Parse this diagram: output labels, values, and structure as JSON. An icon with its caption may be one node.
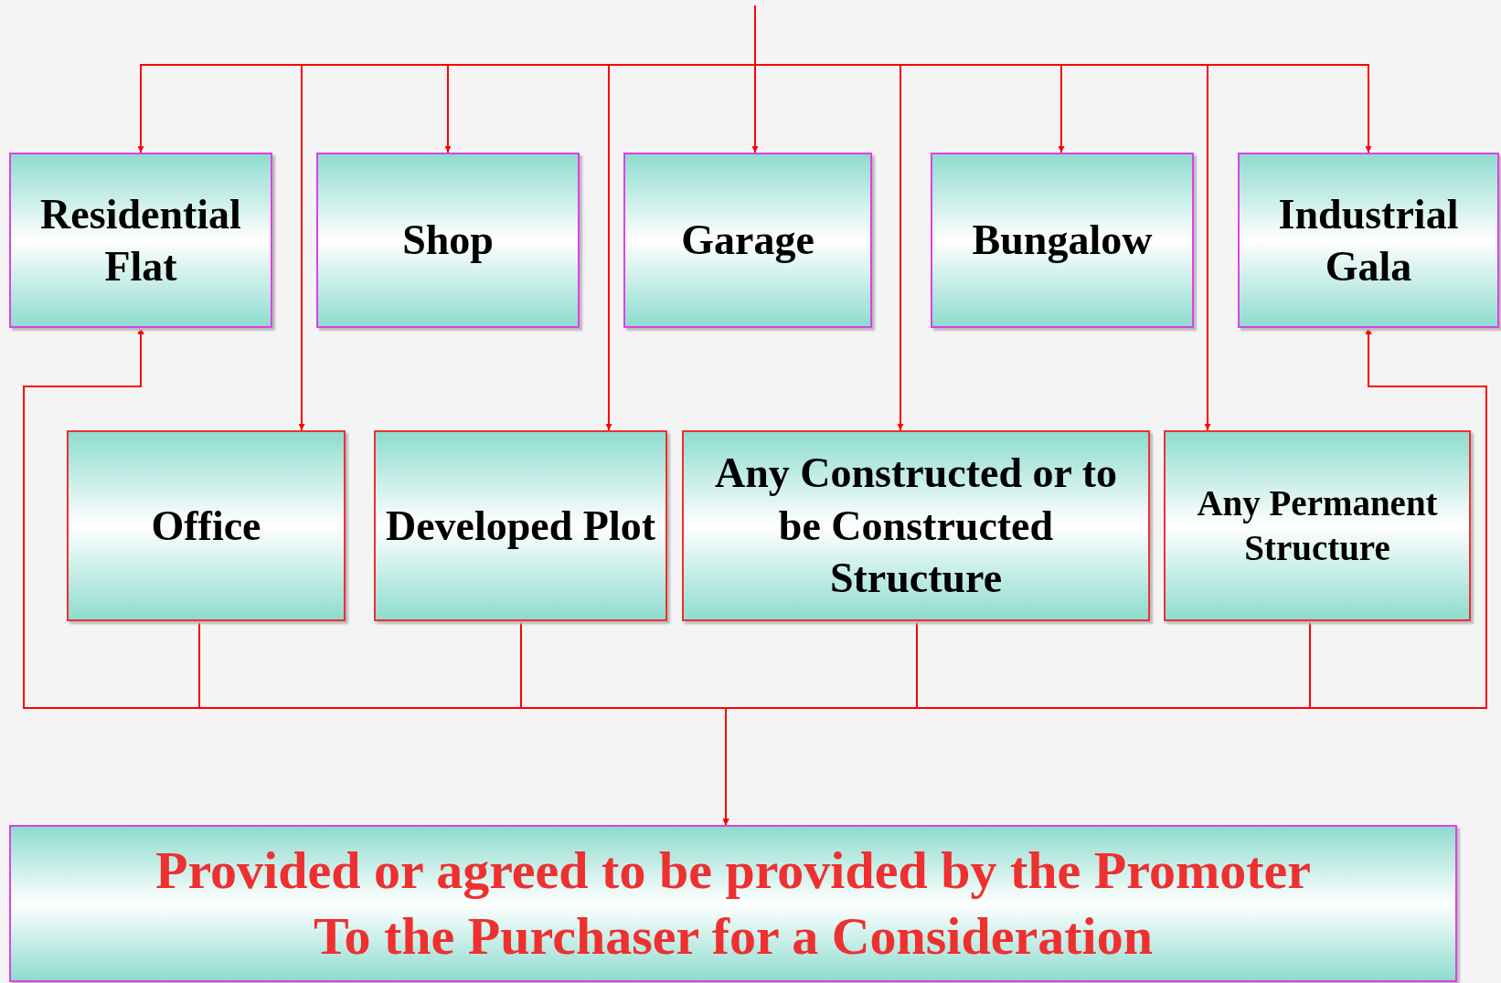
{
  "diagram": {
    "nodes": [
      {
        "text": [
          "Residential Flat"
        ]
      },
      {
        "text": [
          "Shop"
        ]
      },
      {
        "text": [
          "Garage"
        ]
      },
      {
        "text": [
          "Bungalow"
        ]
      },
      {
        "text": [
          "Industrial Gala"
        ]
      },
      {
        "text": [
          "Office"
        ]
      },
      {
        "text": [
          "Developed Plot"
        ]
      },
      {
        "text": [
          "Any Constructed or to be Constructed Structure"
        ]
      },
      {
        "text": [
          "Any Permanent Structure"
        ]
      },
      {
        "text": [
          "Provided or agreed to be provided by the Promoter",
          "To the Purchaser for a Consideration"
        ]
      }
    ],
    "edges": [
      {
        "from": null,
        "to": 0,
        "arrow": "to"
      },
      {
        "from": null,
        "to": 1,
        "arrow": "to"
      },
      {
        "from": null,
        "to": 2,
        "arrow": "to"
      },
      {
        "from": null,
        "to": 3,
        "arrow": "to"
      },
      {
        "from": null,
        "to": 4,
        "arrow": "to"
      },
      {
        "from": null,
        "to": 5,
        "arrow": "to"
      },
      {
        "from": null,
        "to": 6,
        "arrow": "to"
      },
      {
        "from": null,
        "to": 7,
        "arrow": "to"
      },
      {
        "from": null,
        "to": 8,
        "arrow": "to"
      },
      {
        "from": 5,
        "to": 9,
        "arrow": "to"
      },
      {
        "from": 5,
        "to": 0,
        "arrow": "to"
      },
      {
        "from": 5,
        "to": 4,
        "arrow": "to"
      },
      {
        "from": 6,
        "to": 9,
        "arrow": "to"
      },
      {
        "from": 6,
        "to": 0,
        "arrow": "to"
      },
      {
        "from": 6,
        "to": 4,
        "arrow": "to"
      },
      {
        "from": 7,
        "to": 9,
        "arrow": "to"
      },
      {
        "from": 7,
        "to": 0,
        "arrow": "to"
      },
      {
        "from": 7,
        "to": 4,
        "arrow": "to"
      },
      {
        "from": 8,
        "to": 9,
        "arrow": "to"
      },
      {
        "from": 8,
        "to": 0,
        "arrow": "to"
      },
      {
        "from": 8,
        "to": 4,
        "arrow": "to"
      }
    ]
  }
}
